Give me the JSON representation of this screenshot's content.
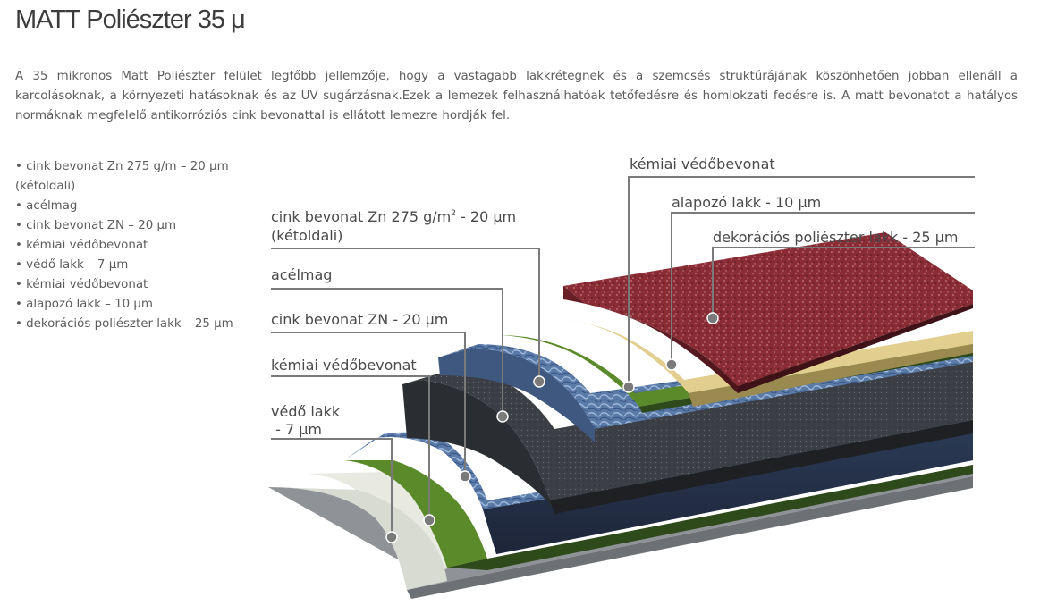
{
  "title": "MATT Poliészter 35 μ",
  "intro": "A 35 mikronos Matt Poliészter felület legfőbb jellemzője, hogy a vastagabb lakkrétegnek és a szemcsés struktúrájának köszönhetően jobban ellenáll a karcolásoknak, a környezeti hatásoknak és az UV sugárzásnak.Ezek a lemezek felhasználhatóak tetőfedésre és homlokzati fedésre is. A matt bevonatot a hatályos normáknak megfelelő antikorróziós cink bevonattal is ellátott lemezre hordják fel.",
  "features": [
    "cink bevonat Zn 275 g/m – 20 µm (kétoldali)",
    "acélmag",
    "cink bevonat ZN – 20 µm",
    "kémiai védőbevonat",
    "védő lakk – 7 µm",
    "kémiai védőbevonat",
    "alapozó lakk – 10 µm",
    "dekorációs poliészter lakk – 25 µm"
  ],
  "diagram": {
    "labels": {
      "zinc_top_line1": "cink bevonat Zn 275 g/m",
      "zinc_top_sup": "2",
      "zinc_top_suffix": " - 20 µm",
      "zinc_top_line2": "(kétoldali)",
      "steel": "acélmag",
      "zinc_bottom": "cink bevonat ZN - 20 µm",
      "chem_left": "kémiai védőbevonat",
      "lacquer_line1": "védő lakk",
      "lacquer_line2": " - 7 µm",
      "chem_right": "kémiai védőbevonat",
      "primer": "alapozó lakk - 10 µm",
      "decor": "dekorációs poliészter lakk - 25 µm"
    }
  },
  "colors": {
    "leader": "#7a7a7a",
    "decor_red": "#8a2c35",
    "primer_beige": "#e2cf8f",
    "green": "#5b8a2a",
    "zinc_blue": "#5a7aa8",
    "steel_dark": "#3a3d42",
    "white_lacquer": "#e8eae2",
    "grey_base": "#8f9296"
  }
}
